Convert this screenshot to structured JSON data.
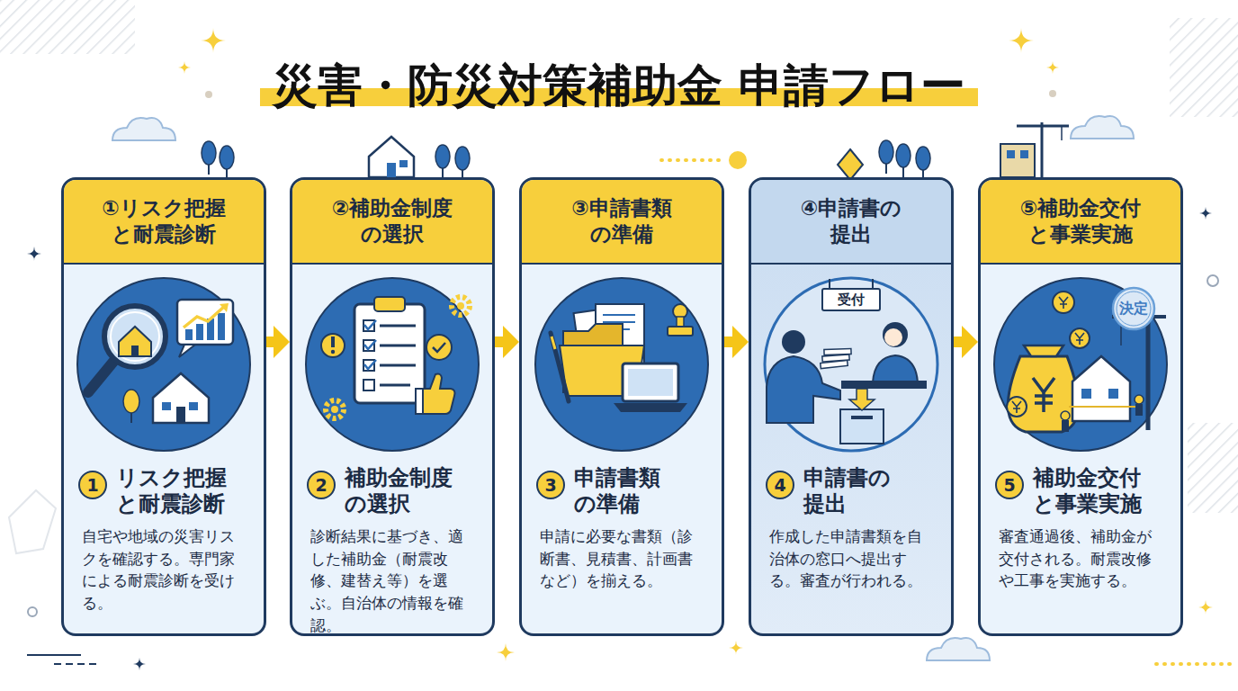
{
  "diagram": {
    "title": "災害・防災対策補助金 申請フロー",
    "nodes": [
      {
        "text": [
          "①リスク把握 と耐震診断",
          "リスク把握 と耐震診断",
          "自宅や地域の災害リスクを確認する。専門家による耐震診断を受ける。"
        ]
      },
      {
        "text": [
          "②補助金制度 の選択",
          "補助金制度 の選択",
          "診断結果に基づき、適した補助金（耐震改修、建替え等）を選ぶ。自治体の情報を確認。"
        ]
      },
      {
        "text": [
          "③申請書類 の準備",
          "申請書類 の準備",
          "申請に必要な書類（診断書、見積書、計画書など）を揃える。"
        ]
      },
      {
        "text": [
          "④申請書の 提出",
          "申請書の 提出",
          "作成した申請書類を自治体の窓口へ提出する。審査が行われる。"
        ]
      },
      {
        "text": [
          "⑤補助金交付 と事業実施",
          "補助金交付 と事業実施",
          "審査通過後、補助金が交付される。耐震改修や工事を実施する。"
        ]
      }
    ],
    "edges": [
      {
        "from": 0,
        "to": 1,
        "arrow": "to"
      },
      {
        "from": 1,
        "to": 2,
        "arrow": "to"
      },
      {
        "from": 2,
        "to": 3,
        "arrow": "to"
      },
      {
        "from": 3,
        "to": 4,
        "arrow": "to"
      }
    ],
    "labels": [
      "1",
      "2",
      "3",
      "4",
      "5",
      "受付",
      "決定"
    ]
  }
}
